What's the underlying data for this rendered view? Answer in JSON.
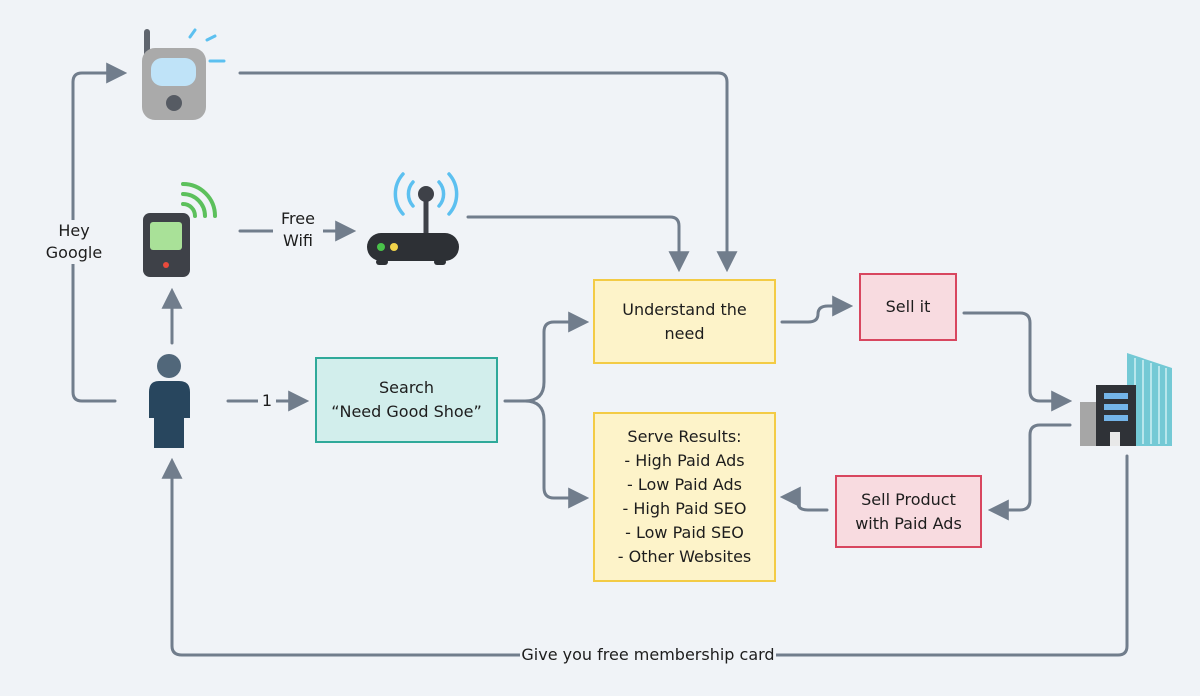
{
  "nodes": {
    "understand": "Understand the\nneed",
    "search": "Search\n“Need Good Shoe”",
    "serve": "Serve Results:\n- High Paid Ads\n- Low Paid Ads\n- High Paid SEO\n- Low Paid SEO\n- Other Websites",
    "sell": "Sell it",
    "sell_product": "Sell Product\nwith Paid Ads"
  },
  "edge_labels": {
    "hey_google": "Hey Google",
    "free_wifi": "Free\nWifi",
    "step_one": "1",
    "membership": "Give you free membership card"
  },
  "icons": [
    "smart-speaker-icon",
    "phone-icon",
    "wifi-router-icon",
    "person-icon",
    "office-building-icon"
  ],
  "colors": {
    "arrow": "#717d8c",
    "yellow_fill": "#fdf3c9",
    "yellow_border": "#f3cb45",
    "teal_fill": "#d2eeec",
    "teal_border": "#2fa99a",
    "pink_fill": "#f8dbe0",
    "pink_border": "#d8465f"
  }
}
